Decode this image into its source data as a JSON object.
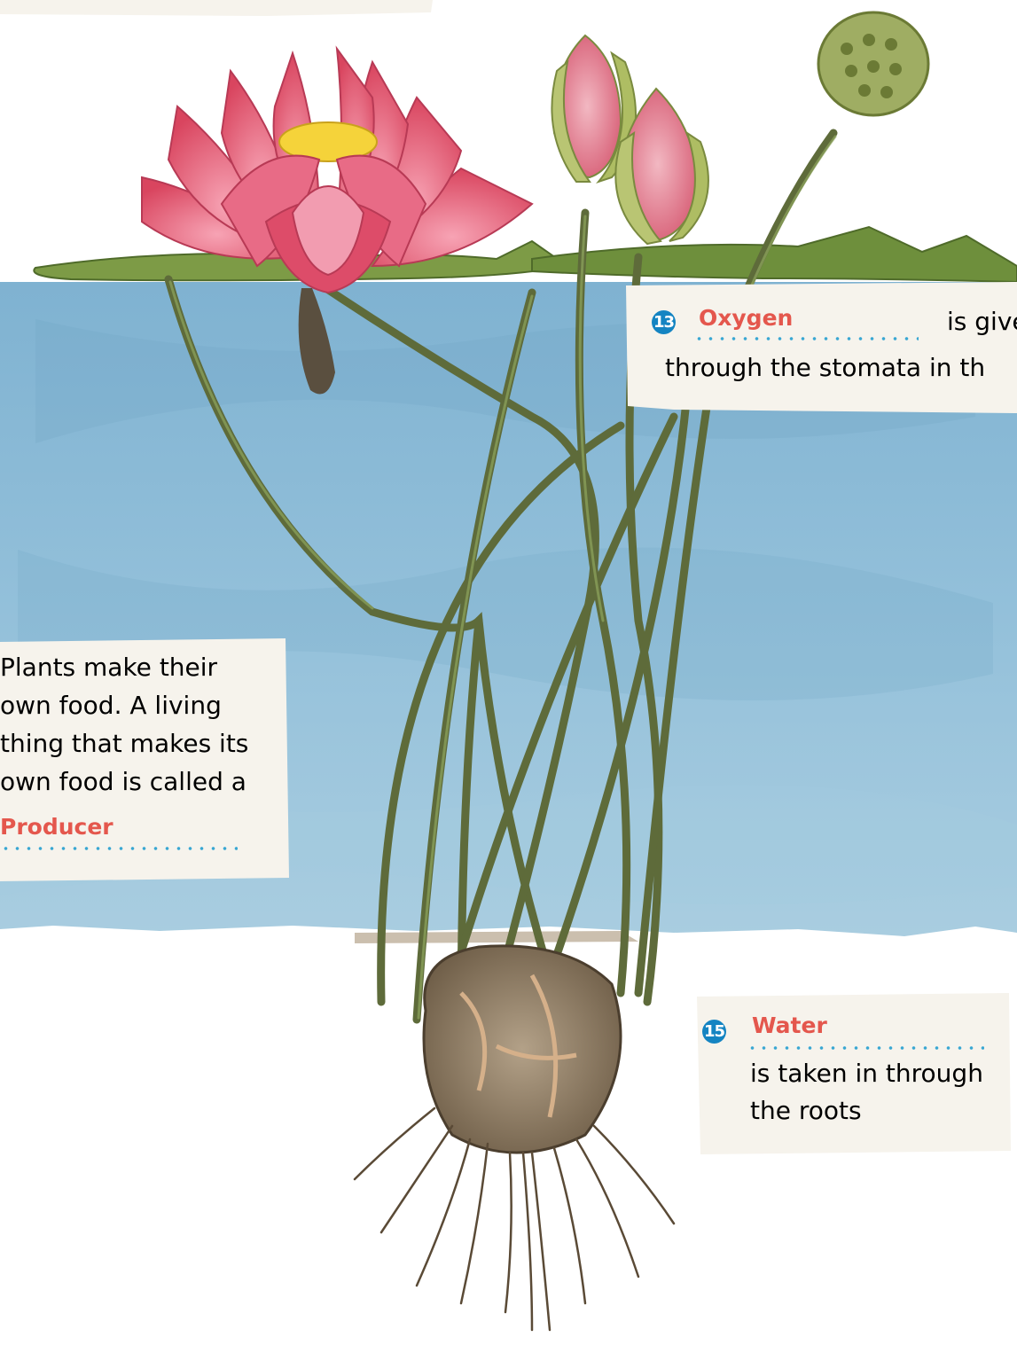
{
  "colors": {
    "water": "#8dbcd6",
    "water_dark": "#6ea3c4",
    "lily_petal": "#e55d7c",
    "lily_center": "#f5d33a",
    "leaf": "#6e8f3c",
    "stem": "#5e6b3a",
    "soil": "#cbbfae",
    "label_bg": "#f6f3ec",
    "answer_text": "#e4574d",
    "badge": "#1484c2",
    "dots": "#39a7d3"
  },
  "labels": {
    "oxygen": {
      "number": "13",
      "answer": "Oxygen",
      "after": "is give",
      "line2": "through the stomata in th"
    },
    "producer": {
      "lines": [
        "Plants make their",
        "own food. A living",
        "thing that makes its",
        "own food is called a"
      ],
      "answer": "Producer"
    },
    "water": {
      "number": "15",
      "answer": "Water",
      "lines": [
        "is taken in through",
        "the roots"
      ]
    }
  }
}
